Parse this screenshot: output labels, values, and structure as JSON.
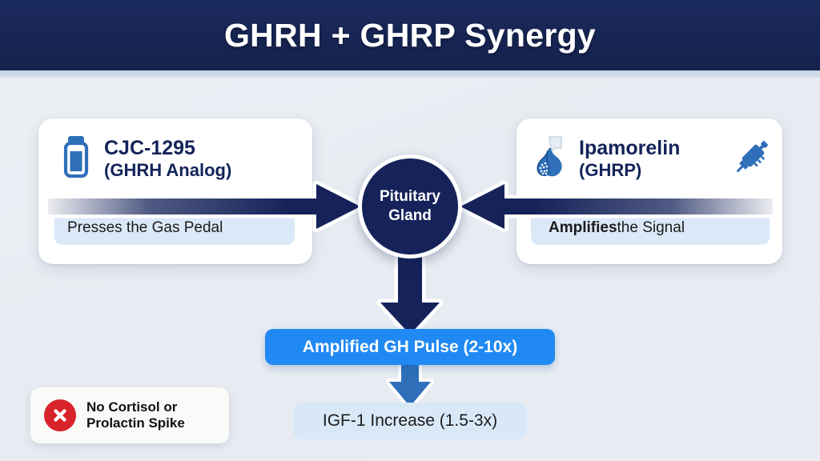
{
  "header": {
    "title": "GHRH + GHRP Synergy"
  },
  "colors": {
    "navy": "#16235a",
    "bright_blue": "#2189f3",
    "icon_blue": "#2f6fba",
    "pill_blue": "#dbe8f8",
    "red": "#d8232a",
    "background": "#e9edf3"
  },
  "left_card": {
    "icon": "vial-icon",
    "title": "CJC-1295",
    "subtitle": "(GHRH Analog)",
    "pill_text": "Presses the Gas Pedal"
  },
  "right_card": {
    "icon_left": "pituitary-gland-icon",
    "icon_right": "syringe-icon",
    "title": "Ipamorelin",
    "subtitle": "(GHRP)",
    "pill_bold": "Amplifies",
    "pill_regular": " the Signal"
  },
  "center_node": {
    "line1": "Pituitary",
    "line2": "Gland"
  },
  "flow": {
    "gh_pulse": "Amplified GH Pulse (2-10x)",
    "igf": "IGF-1 Increase (1.5-3x)"
  },
  "safety_badge": {
    "icon": "x-circle-icon",
    "line1": "No Cortisol or",
    "line2": "Prolactin Spike"
  }
}
